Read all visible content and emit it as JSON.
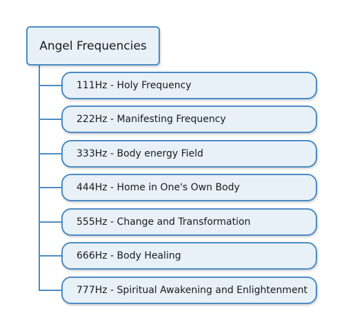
{
  "root": {
    "label": "Angel Frequencies"
  },
  "children": [
    {
      "label": "111Hz - Holy Frequency"
    },
    {
      "label": "222Hz - Manifesting Frequency"
    },
    {
      "label": "333Hz - Body energy Field"
    },
    {
      "label": "444Hz - Home in One's Own Body"
    },
    {
      "label": "555Hz - Change and Transformation"
    },
    {
      "label": "666Hz - Body Healing"
    },
    {
      "label": "777Hz - Spiritual Awakening and Enlightenment"
    }
  ],
  "colors": {
    "border": "#4a8bc4",
    "fill": "#e8f0f8"
  }
}
